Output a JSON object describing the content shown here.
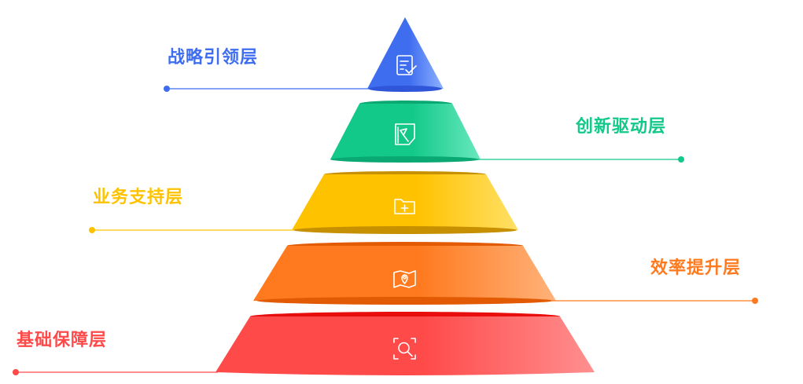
{
  "layers": [
    {
      "id": "strategy",
      "label": "战略引领层",
      "icon": "document-check-icon",
      "color": "#3f6df0",
      "color_light": "#8fb2ff",
      "rim": "#2f56d8"
    },
    {
      "id": "innovation",
      "label": "创新驱动层",
      "icon": "map-pin-icon",
      "color": "#13c98a",
      "color_light": "#69e8bd",
      "rim": "#0aa872"
    },
    {
      "id": "business",
      "label": "业务支持层",
      "icon": "folder-plus-icon",
      "color": "#ffc200",
      "color_light": "#ffe066",
      "rim": "#c69000"
    },
    {
      "id": "efficiency",
      "label": "效率提升层",
      "icon": "map-location-icon",
      "color": "#ff7a1f",
      "color_light": "#ffb27a",
      "rim": "#e35a05"
    },
    {
      "id": "foundation",
      "label": "基础保障层",
      "icon": "scan-search-icon",
      "color": "#ff4a4a",
      "color_light": "#ff8f8f",
      "rim": "#e80e0e"
    }
  ]
}
